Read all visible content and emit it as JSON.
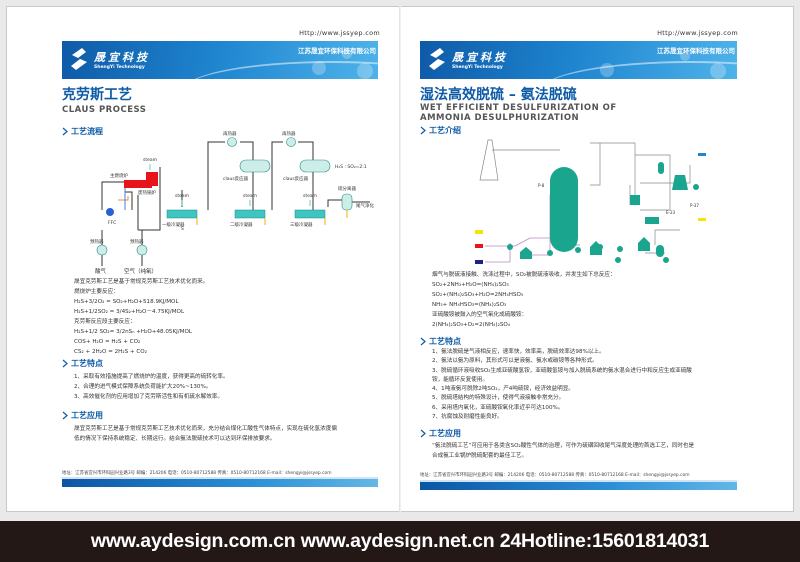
{
  "left_page": {
    "url": "Http://www.jssyep.com",
    "logo": {
      "cn": "晟宜科技",
      "en": "ShengYi Technology"
    },
    "company": "江苏晟宜环保科技有限公司",
    "title": "克劳斯工艺",
    "title_en": "CLAUS PROCESS",
    "sec_flow": "工艺流程",
    "diagram": {
      "reheater1": "再热器",
      "reheater2": "再热器",
      "steam_top": "steam",
      "main_burner": "主燃烧炉",
      "waste_boiler": "废热锅炉",
      "steam1": "steam",
      "steam2": "steam",
      "steam3": "steam",
      "cond1": "一级冷凝器",
      "cond2": "二级冷凝器",
      "cond3": "三级冷凝器",
      "claus1": "claus反应器",
      "claus2": "claus反应器",
      "ratio": "H₂S : SO₂=2:1",
      "separator": "硫分离器",
      "tail": "尾气净化",
      "s": "S",
      "ffc": "FFC",
      "preheater1": "预热器",
      "preheater2": "预热器",
      "acid_gas": "酸气",
      "air": "空气（纯氧）"
    },
    "intro": "晟宜克劳斯工艺是基于常规克劳斯工艺技术优化而来。",
    "lines": [
      "燃烧炉主要反应：",
      "H₂S+3/2O₂ = SO₂+H₂O+518.9KJ/MOL",
      "H₂S+1/2SO₂ = 3/4S₂+H₂O－4.75KJ/MOL",
      "克劳斯反应段主要反应：",
      "H₂S+1/2 SO₂= 3/2nSₙ +H₂O+48.05KJ/MOL",
      "COS+ H₂O = H₂S + CO₂",
      "CS₂ + 2H₂O = 2H₂S + CO₂"
    ],
    "sec_feature": "工艺特点",
    "features": [
      "1、采取有效措施提高了燃烧炉的温度，获得更高的硫转化率。",
      "2、合理的进气模式保障系统负荷能扩大20%~130%。",
      "3、高效催化剂的应用增加了克劳斯活性和有机硫水解效率。"
    ],
    "sec_app": "工艺应用",
    "app": [
      "晟宜克劳斯工艺是基于常规克劳斯工艺技术优化而来，充分结合煤化工酸性气体特点，实现在硫化氢浓度偏",
      "低的情况下保持系统稳定、长期运行。结合氨法脱硫技术可以达到环保排放要求。"
    ],
    "footer": "地址：江苏省宜兴市环科园兴业路3号    邮编：214206    电话：0510-80712588    传真：0510-80712168    E-mail：shengyi@jssyep.com"
  },
  "right_page": {
    "url": "Http://www.jssyep.com",
    "logo": {
      "cn": "晟宜科技",
      "en": "ShengYi Technology"
    },
    "company": "江苏晟宜环保科技有限公司",
    "title": "湿法高效脱硫 – 氨法脱硫",
    "title_en1": "WET EFFICIENT DESULFURIZATION OF",
    "title_en2": "AMMONIA DESULPHURIZATION",
    "sec_intro": "工艺介绍",
    "diagram": {
      "p8": "P-8",
      "p37": "P-37",
      "e23": "E-23"
    },
    "lines": [
      "烟气与脱硫液接触、洗涤过程中，SO₂被脱硫液吸收，并发生如下总反应：",
      "SO₂+2NH₃+H₂O=(NH₄)₂SO₃",
      "SO₂+(NH₄)₂SO₃+H₂O=2NH₄HSO₃",
      "NH₃+ NH₄HSO₃=(NH₄)₂SO₃",
      "亚硫酸铵被鼓入的空气氧化成硫酸铵：",
      "2(NH₄)₂SO₃+O₂=2(NH₄)₂SO₄"
    ],
    "sec_feature": "工艺特点",
    "features": [
      "1、氨法脱硫是气液相反应，速率快，效率高，脱硫效率达98%以上。",
      "2、氨法以氨为原料，其形式可以是液氨、氨水或碳铵等各种形式。",
      "3、脱硫循环液吸收SO₂生成亚硫酸氢铵，亚硫酸氢铵与加入脱硫系统的氨水混合进行中和反应生成亚硫酸",
      "     铵，能循环反复使用。",
      "4、1吨液氨可脱除2吨SO₂，产4吨硫铵，经济效益明显。",
      "5、脱硫塔结构的特殊设计，使得气液接触非常充分。",
      "6、采用塔内氧化，亚硫酸铵氧化率近乎可达100%。",
      "7、抗腐蚀及耐磨性能良好。"
    ],
    "sec_app": "工艺应用",
    "app": [
      "“氨法脱硫工艺”可应用于各类含SO₂酸性气体的治理，可作为硫磺回收尾气深度处理的首选工艺，同时也是",
      "合成氨工业锅炉脱硫配套的最佳工艺。"
    ],
    "footer": "地址：江苏省宜兴市环科园兴业路3号    邮编：214206    电话：0510-80712588    传真：0510-80712168    E-mail：shengyi@jssyep.com"
  },
  "bottom_banner": "www.aydesign.com.cn www.aydesign.net.cn 24Hotline:15601814031",
  "colors": {
    "brand_blue": "#0d5aa7",
    "teal": "#1aa58f",
    "red": "#e8141c",
    "dark_band": "#231815"
  }
}
